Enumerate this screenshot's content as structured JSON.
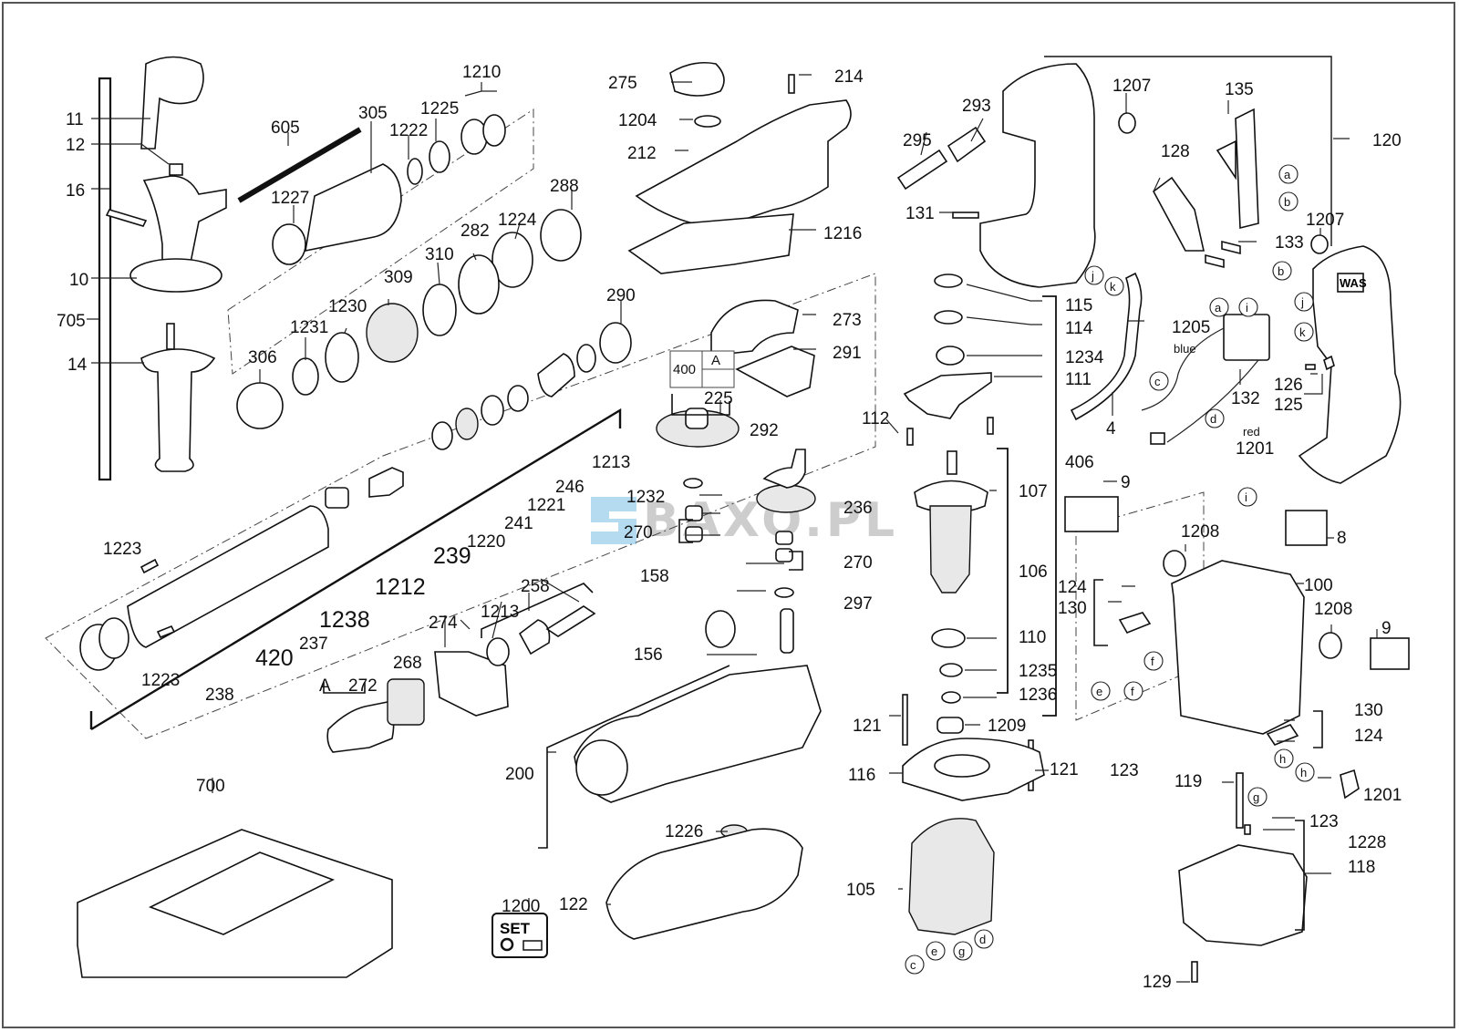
{
  "document": {
    "type": "exploded-parts-diagram",
    "subject": "rotary hammer drill",
    "watermark": "BAXO.PL",
    "brand_badge": "WAS",
    "set_icon_text": "SET"
  },
  "part_labels": {
    "p11": "11",
    "p12": "12",
    "p16": "16",
    "p10": "10",
    "p705": "705",
    "p14": "14",
    "p605": "605",
    "p305": "305",
    "p1222": "1222",
    "p1225": "1225",
    "p1210": "1210",
    "p1227": "1227",
    "p288": "288",
    "p1224": "1224",
    "p282": "282",
    "p310": "310",
    "p309": "309",
    "p1230": "1230",
    "p1231": "1231",
    "p306": "306",
    "p290": "290",
    "p1213a": "1213",
    "p246": "246",
    "p1221": "1221",
    "p241": "241",
    "p1220": "1220",
    "p239": "239",
    "p1212": "1212",
    "p1238": "1238",
    "p237": "237",
    "p420": "420",
    "p238": "238",
    "p1223a": "1223",
    "p1223b": "1223",
    "p275": "275",
    "p1204": "1204",
    "p212": "212",
    "p214": "214",
    "p1216": "1216",
    "p273": "273",
    "p291": "291",
    "p292": "292",
    "p400": "400",
    "pA1": "A",
    "p225": "225",
    "p1232": "1232",
    "p270a": "270",
    "p236": "236",
    "p270b": "270",
    "p297": "297",
    "p158": "158",
    "p156": "156",
    "p258": "258",
    "p1213b": "1213",
    "p274": "274",
    "p268": "268",
    "pA2": "A",
    "p272": "272",
    "p200": "200",
    "p1226": "1226",
    "p122": "122",
    "p1200": "1200",
    "p700": "700",
    "p295": "295",
    "p293": "293",
    "p131": "131",
    "p1207a": "1207",
    "p135": "135",
    "p128": "128",
    "p120": "120",
    "p1207b": "1207",
    "p133": "133",
    "p1205": "1205",
    "p4": "4",
    "p132": "132",
    "p126": "126",
    "p125": "125",
    "p1201a": "1201",
    "p115": "115",
    "p114": "114",
    "p1234": "1234",
    "p111": "111",
    "p112": "112",
    "p406": "406",
    "p107": "107",
    "p106": "106",
    "p110": "110",
    "p1235": "1235",
    "p1236": "1236",
    "p1209": "1209",
    "p121a": "121",
    "p121b": "121",
    "p116": "116",
    "p105": "105",
    "p9a": "9",
    "p8": "8",
    "p1208a": "1208",
    "p100": "100",
    "p1208b": "1208",
    "p9b": "9",
    "p124a": "124",
    "p130a": "130",
    "p130b": "130",
    "p124b": "124",
    "p1201b": "1201",
    "p123a": "123",
    "p119": "119",
    "p123b": "123",
    "p1228": "1228",
    "p118": "118",
    "p129": "129"
  },
  "wire_labels": {
    "blue": "blue",
    "red": "red"
  },
  "connector_tags": {
    "a1": "a",
    "b1": "b",
    "j1": "j",
    "k1": "k",
    "a2": "a",
    "i1": "i",
    "b2": "b",
    "j2": "j",
    "k2": "k",
    "c1": "c",
    "d1": "d",
    "i2": "i",
    "f1": "f",
    "e1": "e",
    "f2": "f",
    "h1": "h",
    "h2": "h",
    "g1": "g",
    "c2": "c",
    "e2": "e",
    "g2": "g",
    "d2": "d"
  }
}
